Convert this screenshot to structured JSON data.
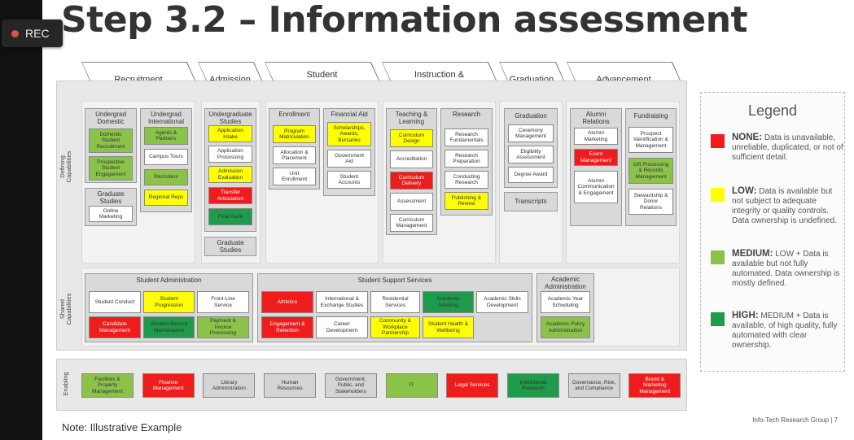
{
  "recording": {
    "label": "REC"
  },
  "title": "Step 3.2 – Information assessment",
  "stages": [
    {
      "label": "Recruitment"
    },
    {
      "label": "Admission"
    },
    {
      "label": "Student\nEnrollment"
    },
    {
      "label": "Instruction &\nResearch"
    },
    {
      "label": "Graduation"
    },
    {
      "label": "Advancement"
    }
  ],
  "row_labels": {
    "defining": "Defining\nCapabilities",
    "shared": "Shared\nCapabilities",
    "enabling": "Enabling"
  },
  "groups": {
    "ug_domestic": "Undergrad\nDomestic",
    "ug_international": "Undergrad\nInternational",
    "graduate_studies_rec": "Graduate\nStudies",
    "ug_studies": "Undergraduate\nStudies",
    "graduate_studies_adm": "Graduate\nStudies",
    "enrollment": "Enrollment",
    "financial_aid": "Financial Aid",
    "teaching": "Teaching &\nLearning",
    "research": "Research",
    "graduation": "Graduation",
    "transcripts": "Transcripts",
    "alumni": "Alumni\nRelations",
    "fundraising": "Fundraising",
    "student_admin": "Student Administration",
    "student_support": "Student Support Services",
    "academic_admin": "Academic\nAdministration"
  },
  "capabilities": {
    "dom_recruit": "Domestic\nStudent\nRecruitment",
    "prospective": "Prospective\nStudent\nEngagement",
    "agents": "Agents &\nPartners",
    "campus_tours": "Campus Tours",
    "recruiters": "Recruiters",
    "regional_reps": "Regional Reps",
    "online_marketing": "Online\nMarketing",
    "app_intake": "Application\nIntake",
    "app_processing": "Application\nProcessing",
    "adm_eval": "Admission\nEvaluation",
    "transfer": "Transfer\nArticulation",
    "final_audit": "Final Audit",
    "program_matric": "Program\nMatriculation",
    "alloc": "Allocation &\nPlacement",
    "unit_enroll": "Unit\nEnrollment",
    "scholarships": "Scholarships,\nAwards,\nBursaries",
    "gov_aid": "Government\nAid",
    "student_accounts": "Student\nAccounts",
    "curric_design": "Curriculum\nDesign",
    "accreditation": "Accreditation",
    "curric_delivery": "Curriculum\nDelivery",
    "assessment": "Assessment",
    "curric_mgmt": "Curriculum\nManagement",
    "research_fund": "Research\nFundamentals",
    "research_prep": "Research\nPreparation",
    "conducting": "Conducting\nResearch",
    "publishing": "Publishing &\nReview",
    "ceremony": "Ceremony\nManagement",
    "eligibility": "Eligibility\nAssessment",
    "degree_award": "Degree Award",
    "alumni_marketing": "Alumni\nMarketing",
    "event_mgmt": "Event\nManagement",
    "alumni_comm": "Alumni\nCommunication\n& Engagement",
    "prospect_id": "Prospect\nIdentification &\nManagement",
    "gift_proc": "Gift Processing\n& Records\nManagement",
    "stewardship": "Stewardship &\nDonor\nRelations",
    "student_conduct": "Student Conduct",
    "student_progression": "Student\nProgression",
    "front_line": "Front-Line\nService",
    "candidate_mgmt": "Candidate\nManagement",
    "record_maint": "Student Record\nMaintenance",
    "payment": "Payment &\nInvoice\nProcessing",
    "athletics": "Athletics",
    "intl_exchange": "International &\nExchange Studies",
    "residential": "Residential\nServices",
    "academic_advising": "Academic\nAdvising",
    "academic_skills": "Academic Skills\nDevelopment",
    "engagement": "Engagement &\nRetention",
    "career": "Career\nDevelopment",
    "community": "Community &\nWorkplace\nPartnership",
    "health": "Student Health &\nWellbeing",
    "academic_year": "Academic Year\nScheduling",
    "academic_policy": "Academic Policy\nAdministration"
  },
  "enabling": [
    {
      "label": "Facilities &\nProperty\nManagement",
      "level": "MEDIUM"
    },
    {
      "label": "Finance\nManagement",
      "level": "NONE"
    },
    {
      "label": "Library\nAdministration",
      "level": "unassessed"
    },
    {
      "label": "Human\nResources",
      "level": "unassessed"
    },
    {
      "label": "Government,\nPublic, and\nStakeholders",
      "level": "unassessed"
    },
    {
      "label": "IT",
      "level": "MEDIUM"
    },
    {
      "label": "Legal Services",
      "level": "NONE"
    },
    {
      "label": "Institutional\nResearch",
      "level": "HIGH"
    },
    {
      "label": "Governance, Risk,\nand Compliance",
      "level": "unassessed"
    },
    {
      "label": "Brand &\nMarketing\nManagement",
      "level": "NONE"
    }
  ],
  "legend": {
    "title": "Legend",
    "items": [
      {
        "level": "NONE:",
        "desc": " Data is unavailable, unreliable, duplicated, or not of sufficient detail.",
        "color": "#ee1c1c"
      },
      {
        "level": "LOW:",
        "desc": " Data is available but not subject to adequate integrity or quality controls. Data ownership is undefined.",
        "color": "#ffff00"
      },
      {
        "level": "MEDIUM:",
        "desc": " LOW + Data is available but not fully automated. Data ownership is mostly defined.",
        "color": "#8bc34a"
      },
      {
        "level": "HIGH:",
        "desc": " MEDIUM + Data is available, of high quality, fully automated with clear ownership.",
        "color": "#1f9b4b"
      }
    ]
  },
  "note": "Note: Illustrative Example",
  "footer": "Info-Tech Research Group   |   7"
}
